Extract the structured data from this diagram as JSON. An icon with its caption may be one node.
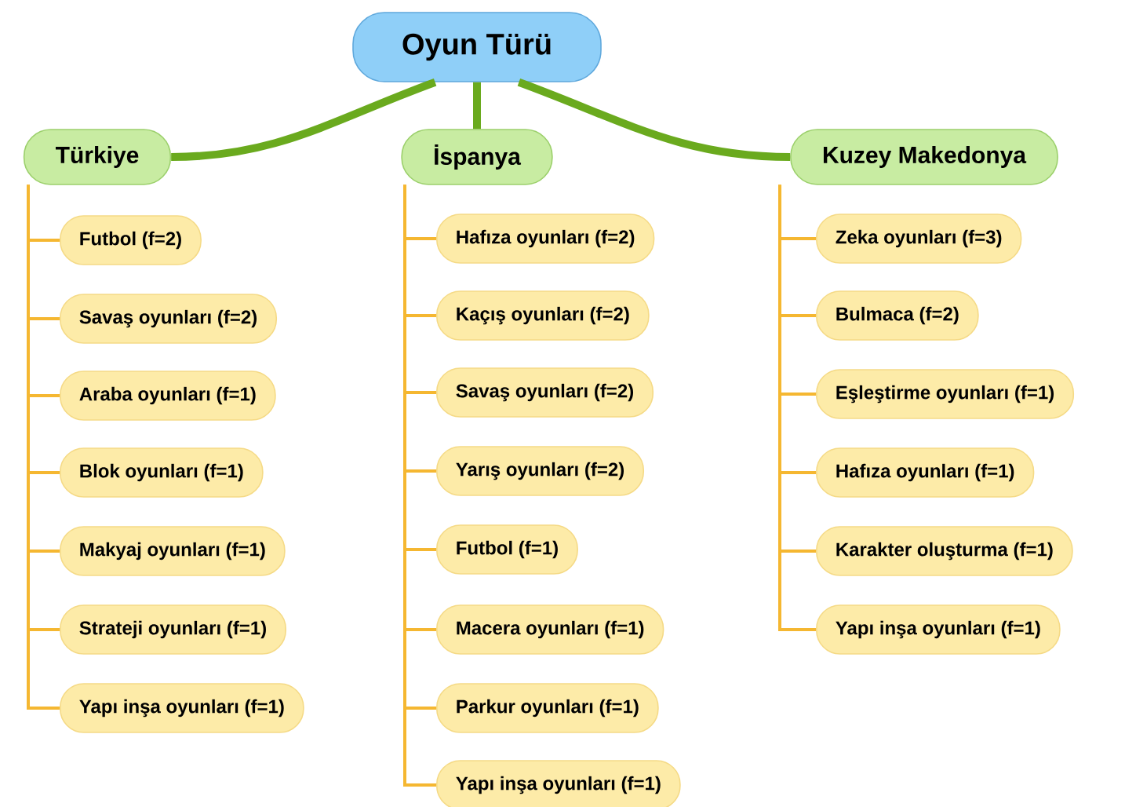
{
  "diagram": {
    "nodes": [
      {
        "text": [
          "Oyun Türü"
        ]
      },
      {
        "text": [
          "Türkiye"
        ]
      },
      {
        "text": [
          "İspanya"
        ]
      },
      {
        "text": [
          "Kuzey Makedonya"
        ]
      },
      {
        "text": [
          "Futbol (f=2)"
        ]
      },
      {
        "text": [
          "Savaş oyunları (f=2)"
        ]
      },
      {
        "text": [
          "Araba oyunları (f=1)"
        ]
      },
      {
        "text": [
          "Blok oyunları (f=1)"
        ]
      },
      {
        "text": [
          "Makyaj oyunları (f=1)"
        ]
      },
      {
        "text": [
          "Strateji oyunları (f=1)"
        ]
      },
      {
        "text": [
          "Yapı inşa oyunları (f=1)"
        ]
      },
      {
        "text": [
          "Hafıza oyunları (f=2)"
        ]
      },
      {
        "text": [
          "Kaçış oyunları (f=2)"
        ]
      },
      {
        "text": [
          "Savaş oyunları (f=2)"
        ]
      },
      {
        "text": [
          "Yarış oyunları (f=2)"
        ]
      },
      {
        "text": [
          "Futbol (f=1)"
        ]
      },
      {
        "text": [
          "Macera oyunları (f=1)"
        ]
      },
      {
        "text": [
          "Parkur oyunları (f=1)"
        ]
      },
      {
        "text": [
          "Yapı inşa oyunları (f=1)"
        ]
      },
      {
        "text": [
          "Zeka oyunları (f=3)"
        ]
      },
      {
        "text": [
          "Bulmaca (f=2)"
        ]
      },
      {
        "text": [
          "Eşleştirme oyunları (f=1)"
        ]
      },
      {
        "text": [
          "Hafıza oyunları (f=1)"
        ]
      },
      {
        "text": [
          "Karakter oluşturma (f=1)"
        ]
      },
      {
        "text": [
          "Yapı inşa oyunları (f=1)"
        ]
      }
    ],
    "edges": [
      {
        "from": 0,
        "to": 1,
        "arrow": "none",
        "style": "thick",
        "color": "#6aaa1e"
      },
      {
        "from": 0,
        "to": 2,
        "arrow": "none",
        "style": "thick",
        "color": "#6aaa1e"
      },
      {
        "from": 0,
        "to": 3,
        "arrow": "none",
        "style": "thick",
        "color": "#6aaa1e"
      },
      {
        "from": 1,
        "to": 4,
        "arrow": "none"
      },
      {
        "from": 1,
        "to": 5,
        "arrow": "none"
      },
      {
        "from": 1,
        "to": 6,
        "arrow": "none"
      },
      {
        "from": 1,
        "to": 7,
        "arrow": "none"
      },
      {
        "from": 1,
        "to": 8,
        "arrow": "none"
      },
      {
        "from": 1,
        "to": 9,
        "arrow": "none"
      },
      {
        "from": 1,
        "to": 10,
        "arrow": "none"
      },
      {
        "from": 2,
        "to": 11,
        "arrow": "none"
      },
      {
        "from": 2,
        "to": 12,
        "arrow": "none"
      },
      {
        "from": 2,
        "to": 13,
        "arrow": "none"
      },
      {
        "from": 2,
        "to": 14,
        "arrow": "none"
      },
      {
        "from": 2,
        "to": 15,
        "arrow": "none"
      },
      {
        "from": 2,
        "to": 16,
        "arrow": "none"
      },
      {
        "from": 2,
        "to": 17,
        "arrow": "none"
      },
      {
        "from": 2,
        "to": 18,
        "arrow": "none"
      },
      {
        "from": 3,
        "to": 19,
        "arrow": "none"
      },
      {
        "from": 3,
        "to": 20,
        "arrow": "none"
      },
      {
        "from": 3,
        "to": 21,
        "arrow": "none"
      },
      {
        "from": 3,
        "to": 22,
        "arrow": "none"
      },
      {
        "from": 3,
        "to": 23,
        "arrow": "none"
      },
      {
        "from": 3,
        "to": 24,
        "arrow": "none"
      }
    ]
  }
}
